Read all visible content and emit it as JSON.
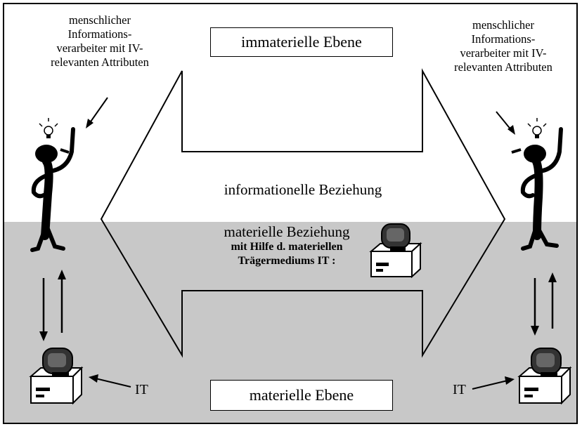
{
  "top_level": {
    "label": "immaterielle Ebene"
  },
  "bottom_level": {
    "label": "materielle Ebene"
  },
  "informational_relation": {
    "label": "informationelle Beziehung"
  },
  "material_relation": {
    "title": "materielle Beziehung",
    "line1": "mit Hilfe d. materiellen",
    "line2": "Trägermediums IT :"
  },
  "processor_left": {
    "lines": [
      "menschlicher",
      "Informations-",
      "verarbeiter mit IV-",
      "relevanten Attributen"
    ]
  },
  "processor_right": {
    "lines": [
      "menschlicher",
      "Informations-",
      "verarbeiter mit IV-",
      "relevanten Attributen"
    ]
  },
  "it_left": {
    "label": "IT"
  },
  "it_right": {
    "label": "IT"
  },
  "colors": {
    "lower_zone": "#c8c8c8",
    "line": "#000000"
  }
}
